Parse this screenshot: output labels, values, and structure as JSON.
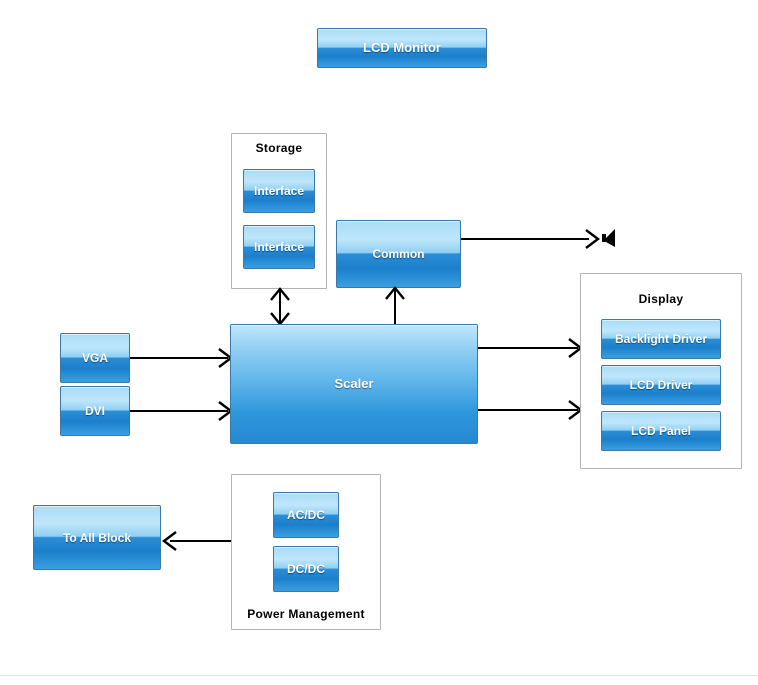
{
  "diagram": {
    "title_block": {
      "label": "LCD Monitor"
    },
    "storage_group": {
      "title": "Storage",
      "blocks": [
        {
          "label": "Interface"
        },
        {
          "label": "Interface"
        }
      ]
    },
    "common_block": {
      "label": "Common"
    },
    "audio_output": {
      "icon": "speaker-icon"
    },
    "inputs": [
      {
        "label": "VGA"
      },
      {
        "label": "DVI"
      }
    ],
    "scaler_block": {
      "label": "Scaler"
    },
    "display_group": {
      "title": "Display",
      "blocks": [
        {
          "label": "Backlight Driver"
        },
        {
          "label": "LCD Driver"
        },
        {
          "label": "LCD Panel"
        }
      ]
    },
    "power_group": {
      "title": "Power Management",
      "blocks": [
        {
          "label": "AC/DC"
        },
        {
          "label": "DC/DC"
        }
      ]
    },
    "power_target": {
      "label": "To All Block"
    },
    "colors": {
      "block_light": "#bfe6fb",
      "block_dark": "#1b7fcc",
      "block_border": "#3c77a8",
      "container_border": "#b3b3b3",
      "connector": "#000000",
      "text_on_block": "#ffffff",
      "label_text": "#000000",
      "page_background": "#ffffff"
    }
  }
}
